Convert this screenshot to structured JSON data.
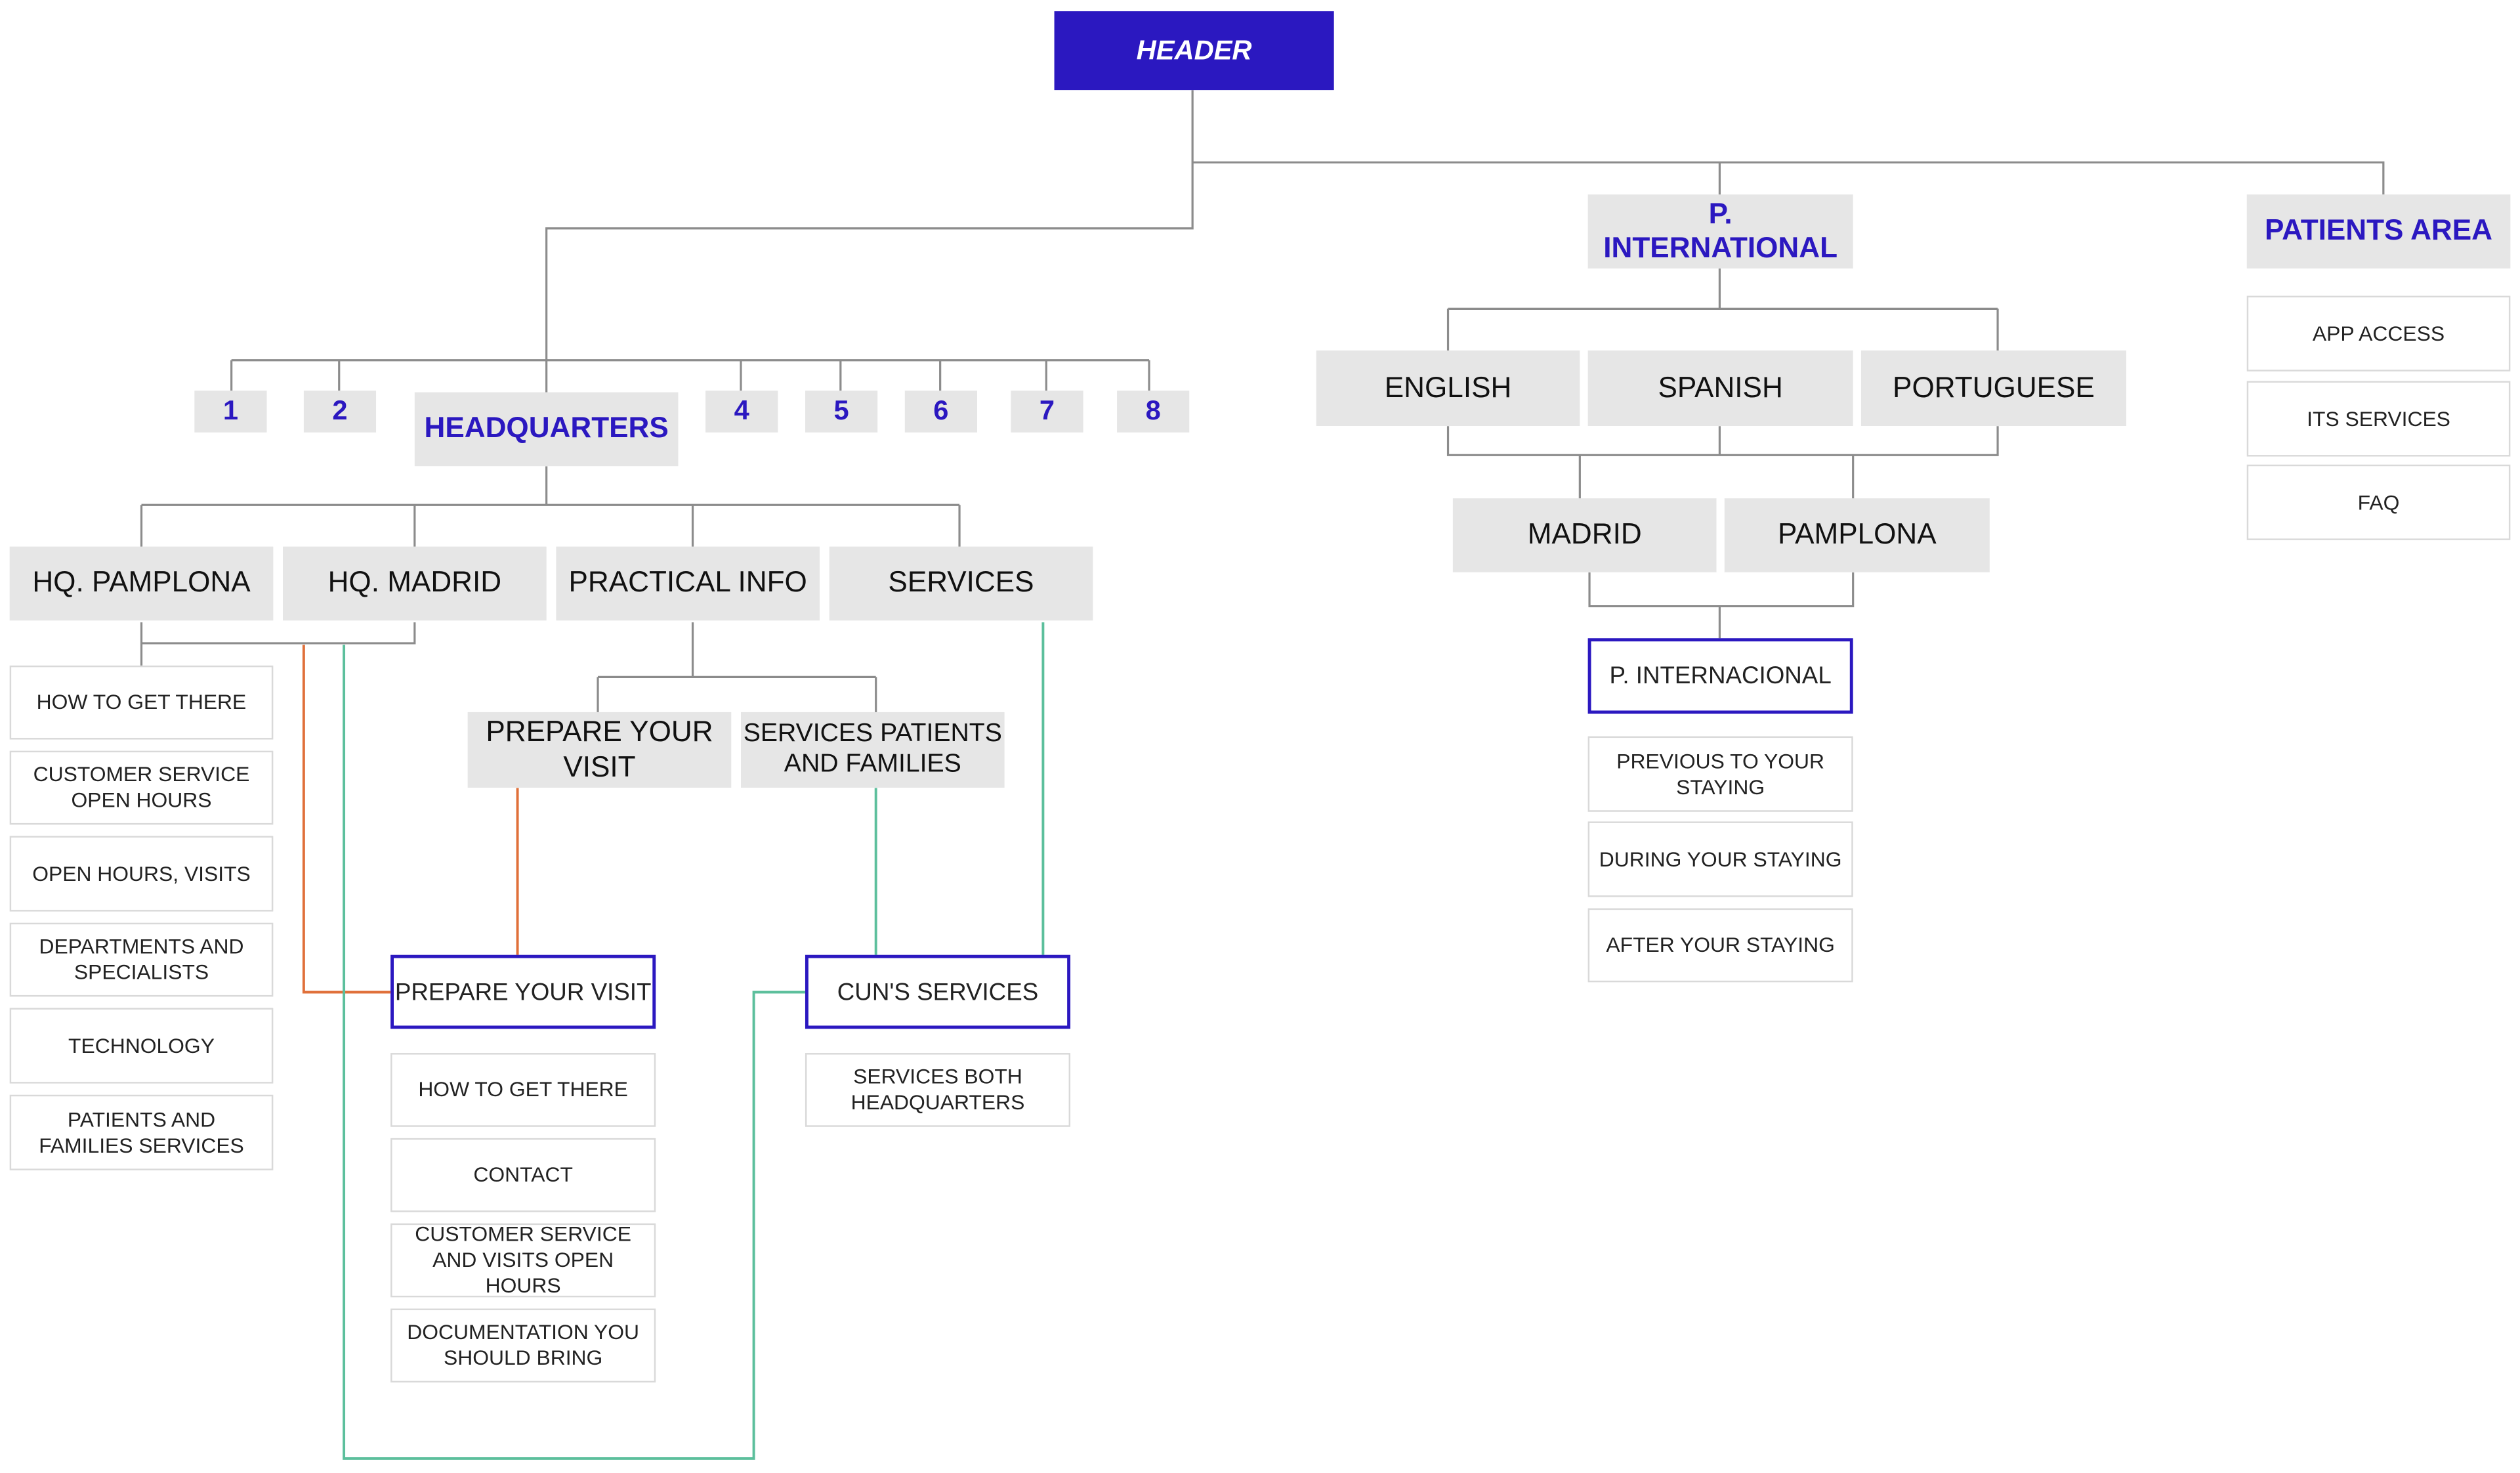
{
  "colors": {
    "accent": "#2b18c0",
    "box_gray": "#e6e6e6",
    "connector": "#8c8c8c",
    "orange_link": "#e0703a",
    "green_link": "#5cbf9c"
  },
  "header": {
    "label": "HEADER"
  },
  "top": {
    "headquarters": "HEADQUARTERS",
    "p_international": "P. INTERNATIONAL",
    "patients_area": "PATIENTS AREA"
  },
  "numbered": [
    "1",
    "2",
    "4",
    "5",
    "6",
    "7",
    "8"
  ],
  "hq": {
    "pamplona": "HQ. PAMPLONA",
    "madrid": "HQ. MADRID",
    "practical_info": "PRACTICAL INFO",
    "services": "SERVICES",
    "campus_items": [
      "HOW TO GET THERE",
      "CUSTOMER SERVICE OPEN HOURS",
      "OPEN HOURS, VISITS",
      "DEPARTMENTS AND SPECIALISTS",
      "TECHNOLOGY",
      "PATIENTS AND FAMILIES SERVICES"
    ],
    "prepare_your_visit": "PREPARE YOUR VISIT",
    "services_patients_families": "SERVICES PATIENTS AND FAMILIES",
    "prepare_page": "PREPARE YOUR VISIT",
    "prepare_items": [
      "HOW TO GET THERE",
      "CONTACT",
      "CUSTOMER SERVICE AND VISITS OPEN HOURS",
      "DOCUMENTATION YOU SHOULD BRING"
    ],
    "cun_services": "CUN'S SERVICES",
    "cun_items": [
      "SERVICES BOTH HEADQUARTERS"
    ]
  },
  "international": {
    "languages": [
      "ENGLISH",
      "SPANISH",
      "PORTUGUESE"
    ],
    "cities": [
      "MADRID",
      "PAMPLONA"
    ],
    "page": "P. INTERNACIONAL",
    "items": [
      "PREVIOUS TO YOUR STAYING",
      "DURING YOUR STAYING",
      "AFTER YOUR STAYING"
    ]
  },
  "patients": {
    "items": [
      "APP ACCESS",
      "ITS SERVICES",
      "FAQ"
    ]
  }
}
